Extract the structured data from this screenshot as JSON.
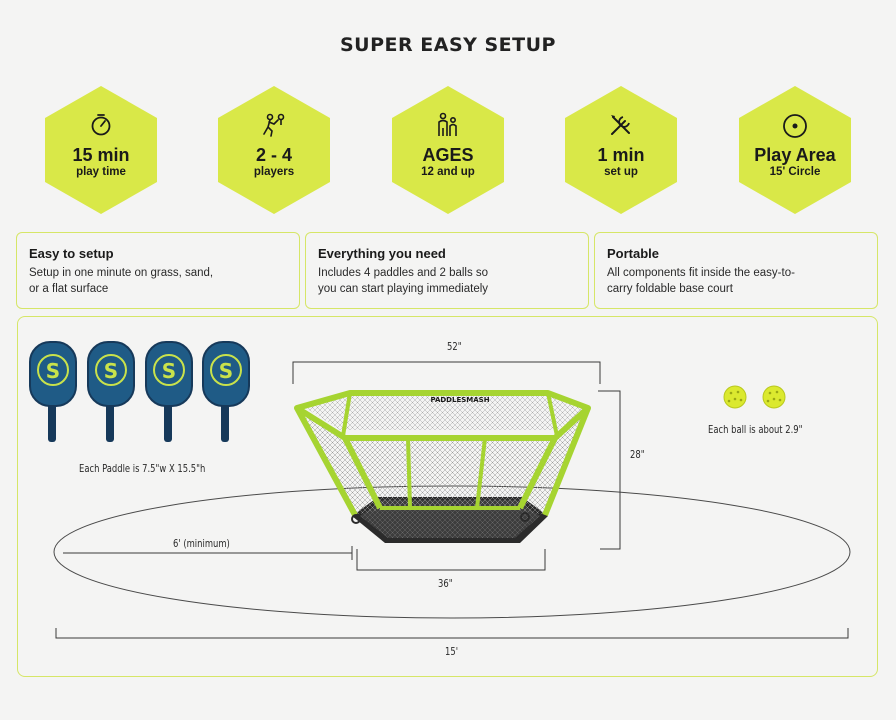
{
  "header": {
    "title": "SUPER EASY SETUP"
  },
  "stats": [
    {
      "icon": "timer-icon",
      "big": "15 min",
      "small": "play time"
    },
    {
      "icon": "players-icon",
      "big": "2 - 4",
      "small": "players"
    },
    {
      "icon": "ages-icon",
      "big": "AGES",
      "small": "12 and up"
    },
    {
      "icon": "tools-icon",
      "big": "1 min",
      "small": "set up"
    },
    {
      "icon": "target-circle-icon",
      "big": "Play Area",
      "small": "15' Circle"
    }
  ],
  "features": [
    {
      "title": "Easy to setup",
      "text": "Setup in one minute on grass, sand, or a flat surface"
    },
    {
      "title": "Everything you need",
      "text": "Includes 4 paddles and 2 balls so you can start playing immediately"
    },
    {
      "title": "Portable",
      "text": "All components fit inside the easy-to-carry foldable base court"
    }
  ],
  "diagram": {
    "paddle_caption": "Each Paddle is 7.5\"w X 15.5\"h",
    "ball_caption": "Each ball is about 2.9\"",
    "width_top": "52\"",
    "height": "28\"",
    "width_bottom": "36\"",
    "clearance": "6' (minimum)",
    "play_area": "15'",
    "brand": "PADDLESMASH"
  },
  "colors": {
    "accent": "#d9e848",
    "net_frame": "#a6d431",
    "paddle": "#1f5b86"
  }
}
